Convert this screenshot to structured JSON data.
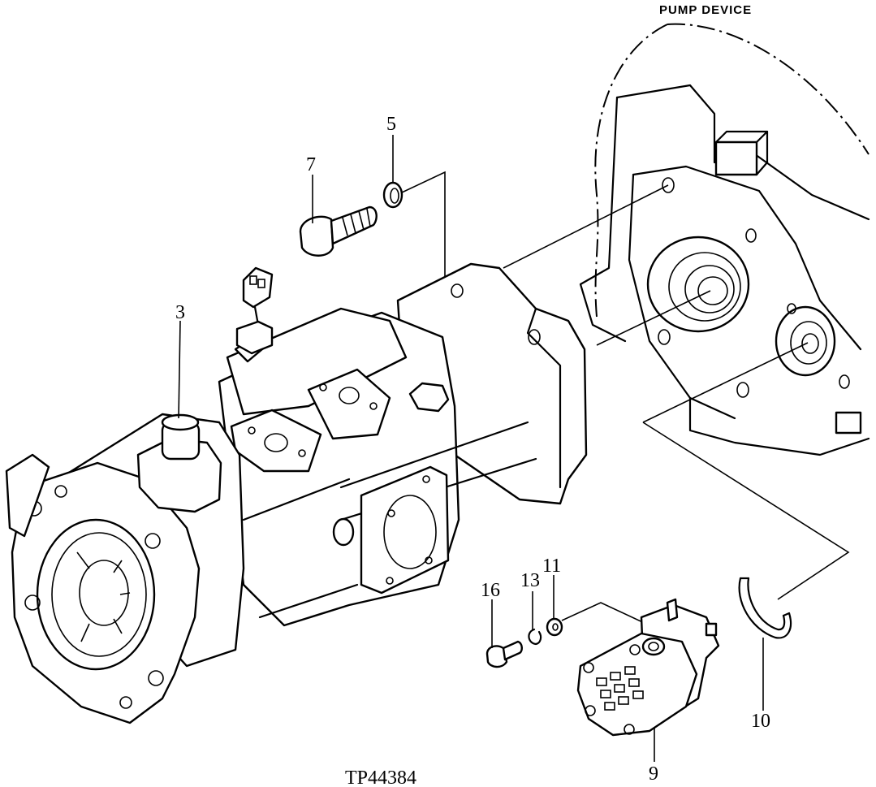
{
  "title": "PUMP DEVICE",
  "figure_ref": "TP44384",
  "callouts": [
    {
      "id": "c3",
      "label": "3"
    },
    {
      "id": "c5",
      "label": "5"
    },
    {
      "id": "c7",
      "label": "7"
    },
    {
      "id": "c9",
      "label": "9"
    },
    {
      "id": "c10",
      "label": "10"
    },
    {
      "id": "c11",
      "label": "11"
    },
    {
      "id": "c13",
      "label": "13"
    },
    {
      "id": "c16",
      "label": "16"
    }
  ]
}
